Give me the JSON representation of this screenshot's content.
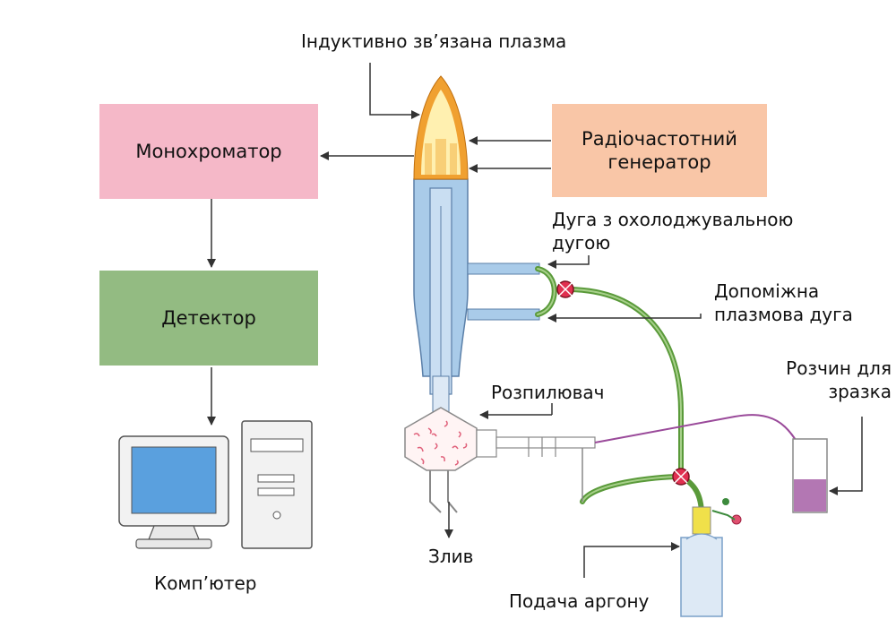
{
  "labels": {
    "icp": "Індуктивно зв’язана плазма",
    "monochromator": "Монохроматор",
    "rf_generator": "Радіочастотний генератор",
    "detector": "Детектор",
    "computer": "Комп’ютер",
    "cooling_arc": "Дуга з охолоджувальною дугою",
    "aux_arc": "Допоміжна плазмова дуга",
    "sample_solution": "Розчин для зразка",
    "nebulizer": "Розпилювач",
    "drain": "Злив",
    "argon_supply": "Подача аргону"
  },
  "colors": {
    "monochromator": "#f5b8c8",
    "rf_generator": "#f9c6a7",
    "detector": "#93bb82",
    "torch_glass": "#a9cbe9",
    "tube_green": "#5a9a3a",
    "flame_outer": "#f0a030",
    "flame_inner": "#fff0b0",
    "sample_liquid": "#9a4a9a"
  }
}
